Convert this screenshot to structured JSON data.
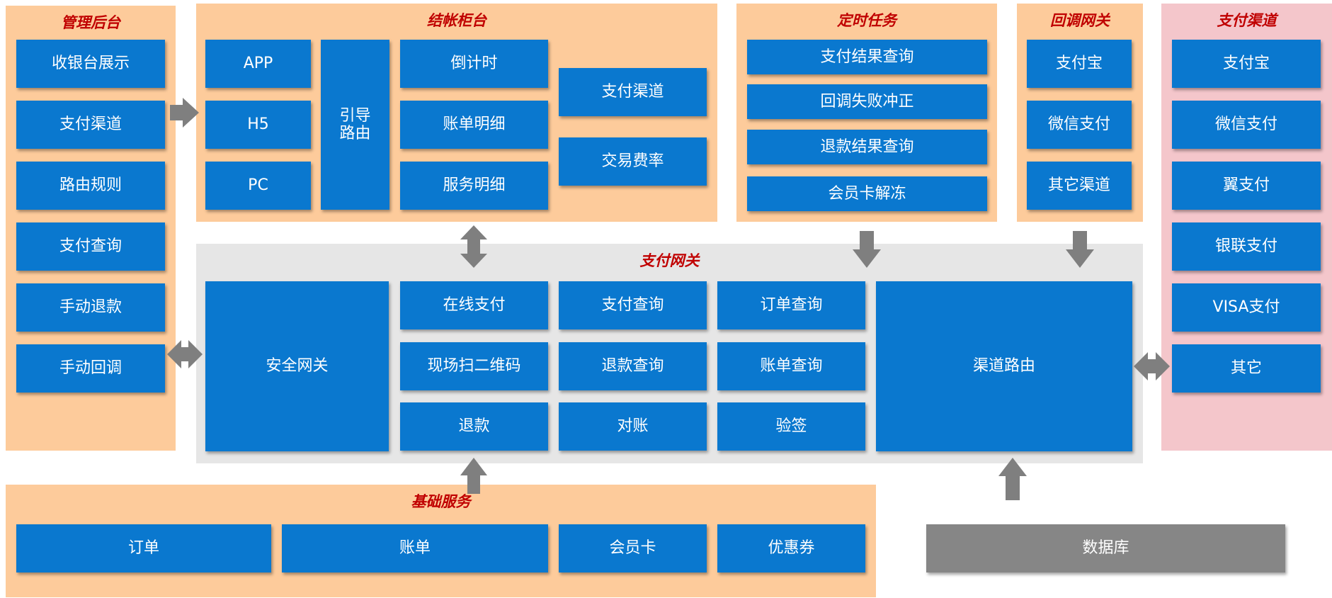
{
  "colors": {
    "orange_panel": "#fdcb9b",
    "gray_panel": "#e6e6e6",
    "pink_panel": "#f4c6cb",
    "box_blue": "#0a78cf",
    "box_gray": "#868686",
    "title_red": "#c00000",
    "arrow_gray": "#7f7f7f"
  },
  "admin": {
    "title": "管理后台",
    "items": [
      "收银台展示",
      "支付渠道",
      "路由规则",
      "支付查询",
      "手动退款",
      "手动回调"
    ]
  },
  "checkout": {
    "title": "结帐柜台",
    "clients": [
      "APP",
      "H5",
      "PC"
    ],
    "guide_route": "引导\n路由",
    "middle": [
      "倒计时",
      "账单明细",
      "服务明细"
    ],
    "right": [
      "支付渠道",
      "交易费率"
    ]
  },
  "scheduled": {
    "title": "定时任务",
    "items": [
      "支付结果查询",
      "回调失败冲正",
      "退款结果查询",
      "会员卡解冻"
    ]
  },
  "callback": {
    "title": "回调网关",
    "items": [
      "支付宝",
      "微信支付",
      "其它渠道"
    ]
  },
  "channels": {
    "title": "支付渠道",
    "items": [
      "支付宝",
      "微信支付",
      "翼支付",
      "银联支付",
      "VISA支付",
      "其它"
    ]
  },
  "gateway": {
    "title": "支付网关",
    "security": "安全网关",
    "col1": [
      "在线支付",
      "现场扫二维码",
      "退款"
    ],
    "col2": [
      "支付查询",
      "退款查询",
      "对账"
    ],
    "col3": [
      "订单查询",
      "账单查询",
      "验签"
    ],
    "router": "渠道路由"
  },
  "basic": {
    "title": "基础服务",
    "items": [
      "订单",
      "账单",
      "会员卡",
      "优惠券"
    ]
  },
  "database": {
    "label": "数据库"
  }
}
